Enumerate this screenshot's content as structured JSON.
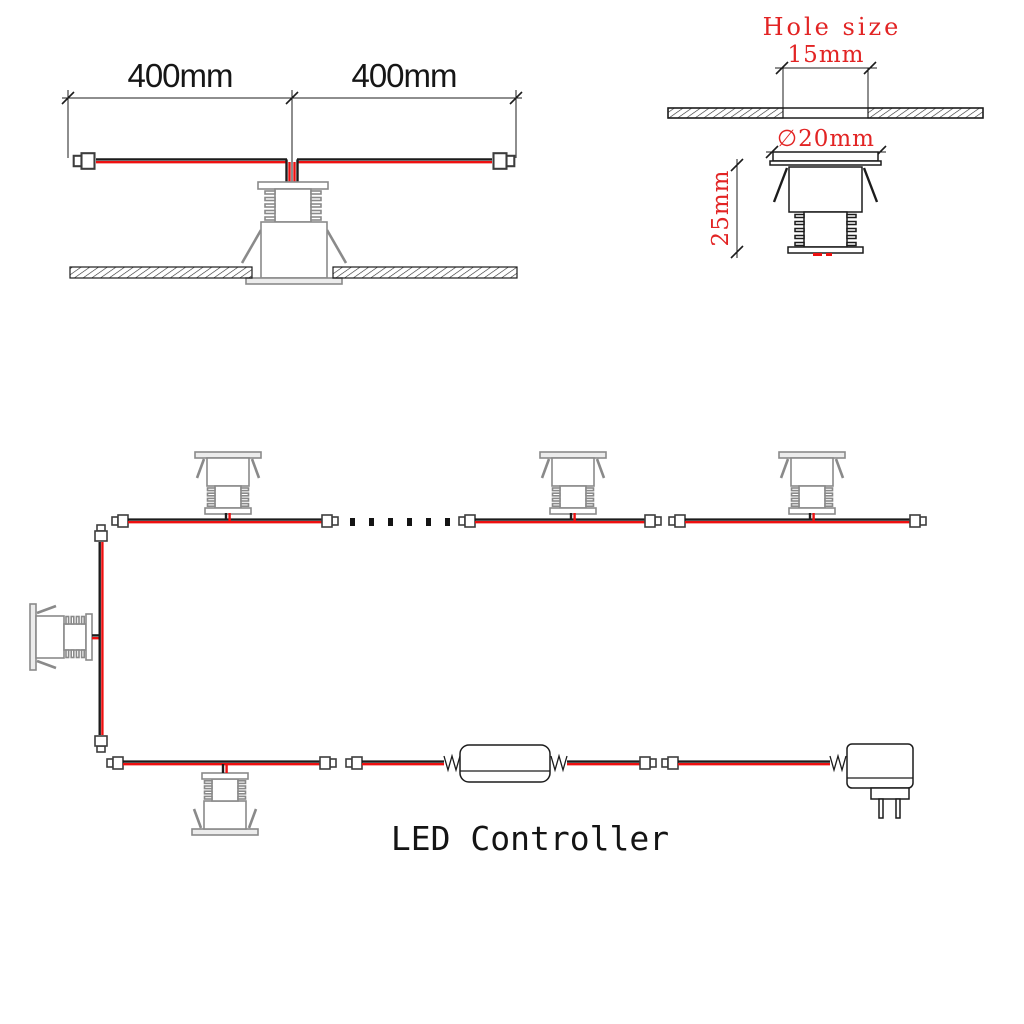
{
  "spacing_diagram": {
    "left_dim_label": "400mm",
    "right_dim_label": "400mm"
  },
  "hole_diagram": {
    "title": "Hole size",
    "hole_width_label": "15mm",
    "flange_diameter_label": "∅20mm",
    "fixture_height_label": "25mm"
  },
  "wiring_diagram": {
    "controller_label": "LED Controller"
  },
  "icons": {
    "led_fixture": "recessed-led-spotlight",
    "wire_connector": "male-female-plug-connector",
    "controller_box": "led-controller-box",
    "power_adapter": "eu-wall-plug-adapter"
  },
  "colors": {
    "wire_red": "#ee1010",
    "annotation_red": "#e22424",
    "line": "#1c1c1c",
    "fixture_gray": "#8a8a8a"
  }
}
